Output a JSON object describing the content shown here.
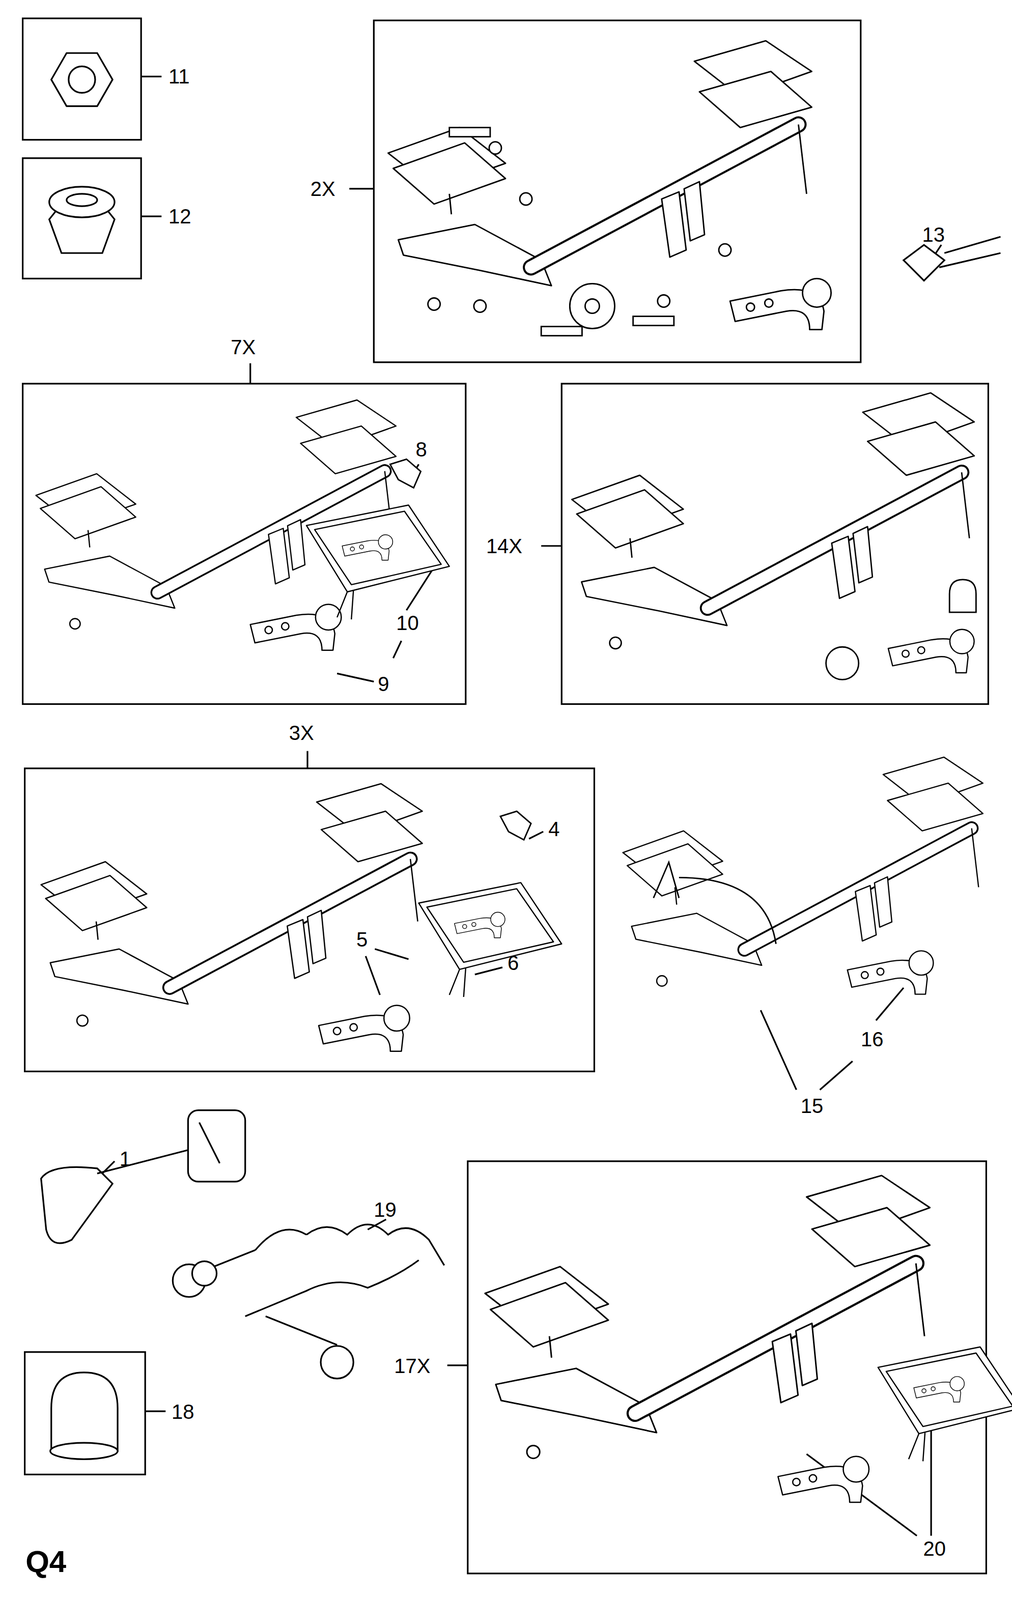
{
  "diagram": {
    "labels": [
      "11",
      "12",
      "2X",
      "13",
      "7X",
      "8",
      "14X",
      "10",
      "9",
      "3X",
      "4",
      "5",
      "6",
      "16",
      "15",
      "1",
      "19",
      "17X",
      "18",
      "20",
      "Q4"
    ]
  }
}
